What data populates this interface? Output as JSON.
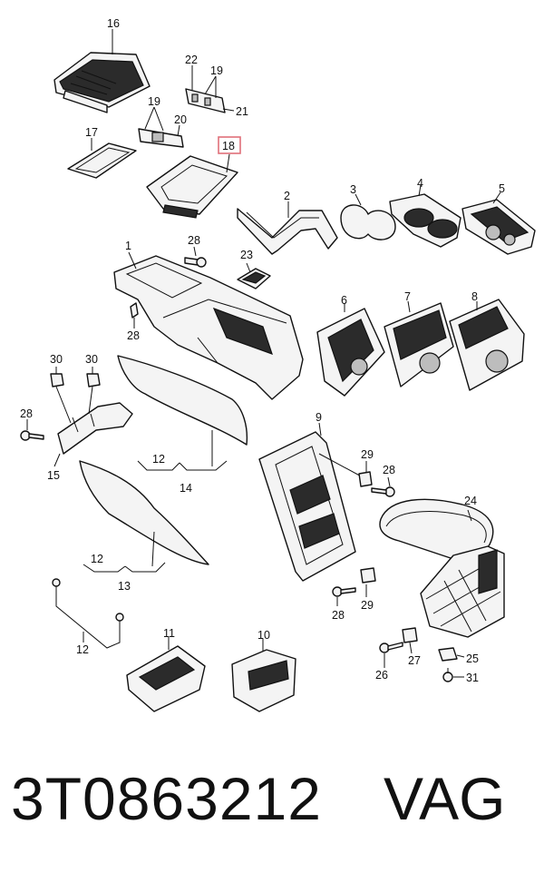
{
  "callouts": {
    "c16": "16",
    "c22": "22",
    "c19a": "19",
    "c21": "21",
    "c19b": "19",
    "c20": "20",
    "c17": "17",
    "c18": "18",
    "c2": "2",
    "c3": "3",
    "c4": "4",
    "c5": "5",
    "c1": "1",
    "c28a": "28",
    "c23": "23",
    "c28b": "28",
    "c6": "6",
    "c7": "7",
    "c8": "8",
    "c30a": "30",
    "c30b": "30",
    "c28c": "28",
    "c15": "15",
    "c12a": "12",
    "c14": "14",
    "c9": "9",
    "c29a": "29",
    "c28d": "28",
    "c24": "24",
    "c12b": "12",
    "c13": "13",
    "c29b": "29",
    "c28e": "28",
    "c12c": "12",
    "c11": "11",
    "c10": "10",
    "c27": "27",
    "c25": "25",
    "c26": "26",
    "c31": "31"
  },
  "highlight_color": "#e0707a",
  "footer": {
    "part_number": "3T0863212",
    "brand": "VAG"
  }
}
